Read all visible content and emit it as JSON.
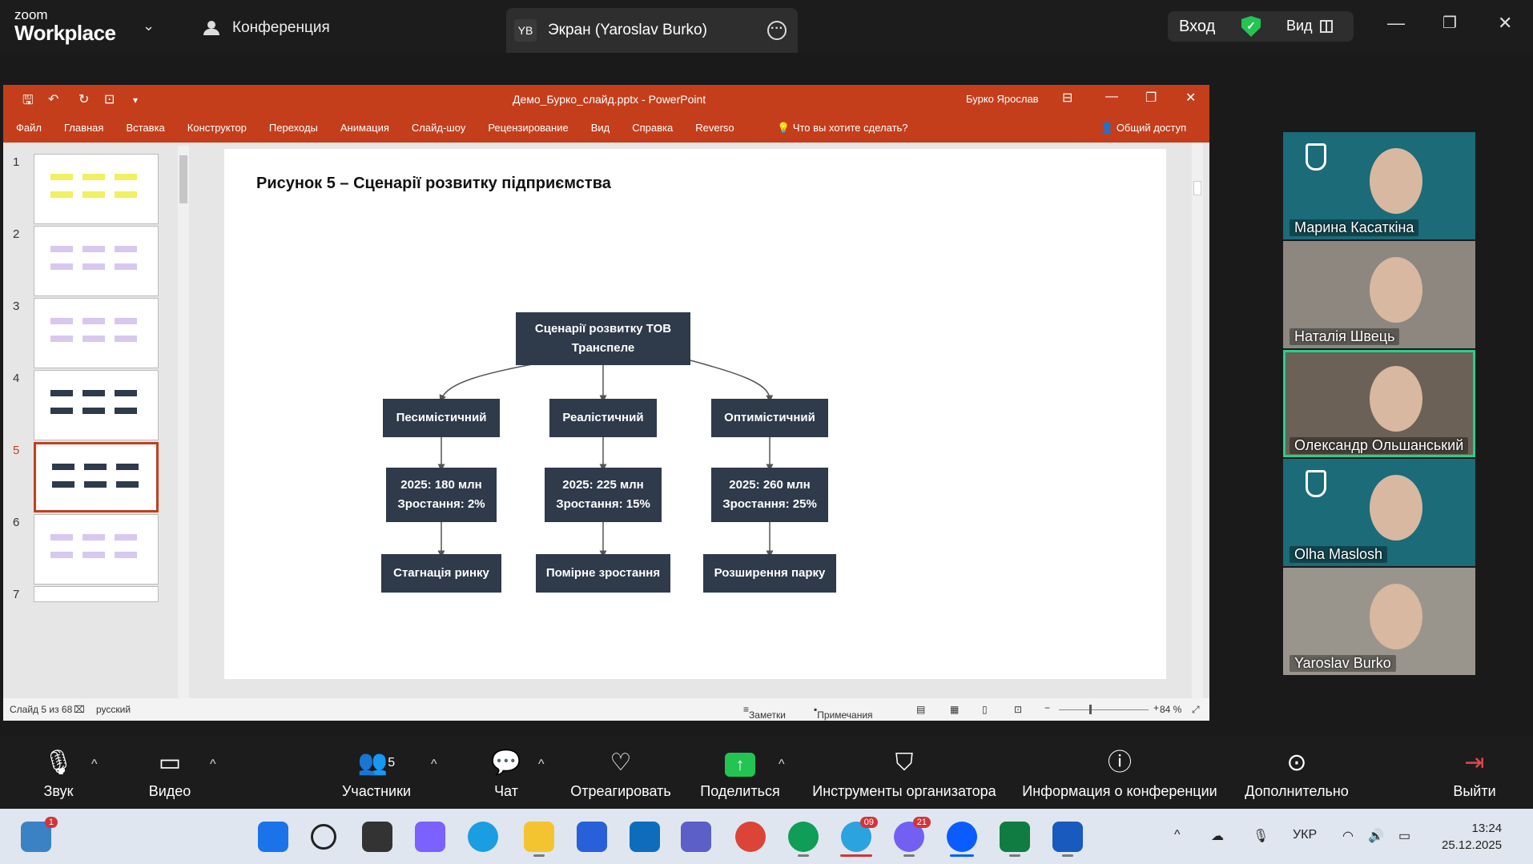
{
  "zoom": {
    "logo_line1": "zoom",
    "logo_line2": "Workplace",
    "conference_label": "Конференция",
    "share_initials": "YB",
    "share_title": "Экран (Yaroslav Burko)",
    "login_label": "Вход",
    "view_label": "Вид"
  },
  "ppt": {
    "doc_title": "Демо_Бурко_слайд.pptx  -  PowerPoint",
    "user": "Бурко Ярослав",
    "menu": [
      "Файл",
      "Главная",
      "Вставка",
      "Конструктор",
      "Переходы",
      "Анимация",
      "Слайд-шоу",
      "Рецензирование",
      "Вид",
      "Справка",
      "Reverso"
    ],
    "tell_me": "Что вы хотите сделать?",
    "share_doc": "Общий доступ",
    "thumbnails": [
      "1",
      "2",
      "3",
      "4",
      "5",
      "6",
      "7"
    ],
    "active_slide": 5,
    "status": {
      "slide_info": "Слайд 5 из 68",
      "language": "русский",
      "notes": "Заметки",
      "comments": "Примечания",
      "zoom_percent": "84 %"
    }
  },
  "slide": {
    "title": "Рисунок 5 – Сценарії розвитку підприємства",
    "root": [
      "Сценарії розвитку ТОВ",
      "Транспеле"
    ],
    "scenarios": [
      {
        "name": "Песимістичний",
        "forecast": "2025: 180 млн",
        "growth": "Зростання: 2%",
        "outcome": "Стагнація ринку"
      },
      {
        "name": "Реалістичний",
        "forecast": "2025: 225 млн",
        "growth": "Зростання: 15%",
        "outcome": "Помірне зростання"
      },
      {
        "name": "Оптимістичний",
        "forecast": "2025: 260 млн",
        "growth": "Зростання: 25%",
        "outcome": "Розширення парку"
      }
    ]
  },
  "participants": [
    {
      "name": "Марина Касаткіна",
      "bg": "#1b6b78"
    },
    {
      "name": "Наталія Швець",
      "bg": "#8d8780"
    },
    {
      "name": "Олександр Ольшанський",
      "bg": "#6b6156"
    },
    {
      "name": "Olha Maslosh",
      "bg": "#1b6b78"
    },
    {
      "name": "Yaroslav Burko",
      "bg": "#9a958c"
    }
  ],
  "toolbar": {
    "audio": "Звук",
    "video": "Видео",
    "participants": "Участники",
    "participants_count": "5",
    "chat": "Чат",
    "react": "Отреагировать",
    "share": "Поделиться",
    "host_tools": "Инструменты организатора",
    "meeting_info": "Информация о конференции",
    "more": "Дополнительно",
    "leave": "Выйти"
  },
  "taskbar": {
    "widgets_badge": "1",
    "telegram_badge": "09",
    "viber_badge": "21",
    "lang": "УКР",
    "time": "13:24",
    "date": "25.12.2025"
  }
}
